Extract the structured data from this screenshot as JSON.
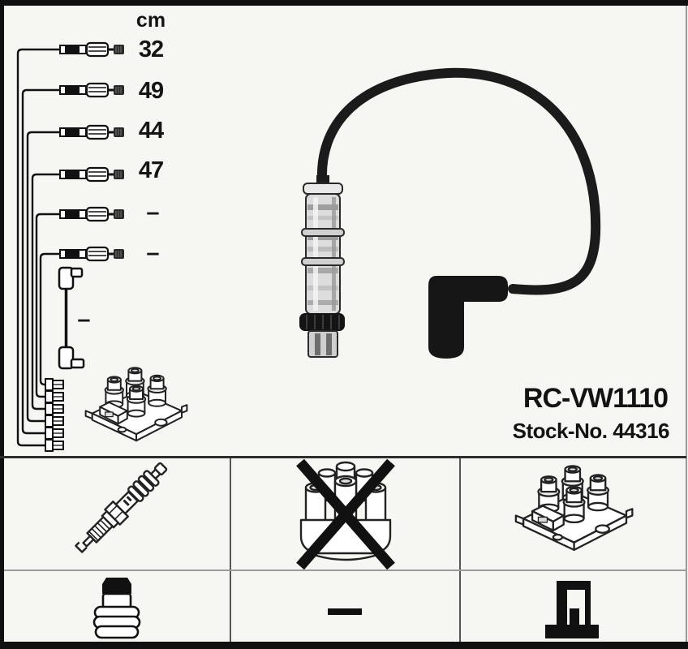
{
  "part": {
    "model": "RC-VW1110",
    "stock_label": "Stock-No. 44316"
  },
  "measurements": {
    "unit_label": "cm",
    "rows": [
      {
        "value": "32"
      },
      {
        "value": "49"
      },
      {
        "value": "44"
      },
      {
        "value": "47"
      },
      {
        "value": "–"
      },
      {
        "value": "–"
      }
    ],
    "coil_wire_value": "–"
  },
  "legend": {
    "cells": [
      {
        "icon": "spark-plug-icon",
        "crossed": false
      },
      {
        "icon": "distributor-cap-icon",
        "crossed": true
      },
      {
        "icon": "ignition-coil-icon",
        "crossed": false
      },
      {
        "icon": "plug-connector-boot-icon",
        "crossed": false
      },
      {
        "icon": "dash-icon",
        "crossed": false
      },
      {
        "icon": "coil-terminal-icon",
        "crossed": false
      }
    ]
  },
  "colors": {
    "frame": "#101010",
    "ink": "#1c1c1c",
    "paper": "#f6f6f3",
    "cable": "#1b1b1b",
    "metal_light": "#dcdcdc",
    "metal_dark": "#9e9e9e"
  }
}
